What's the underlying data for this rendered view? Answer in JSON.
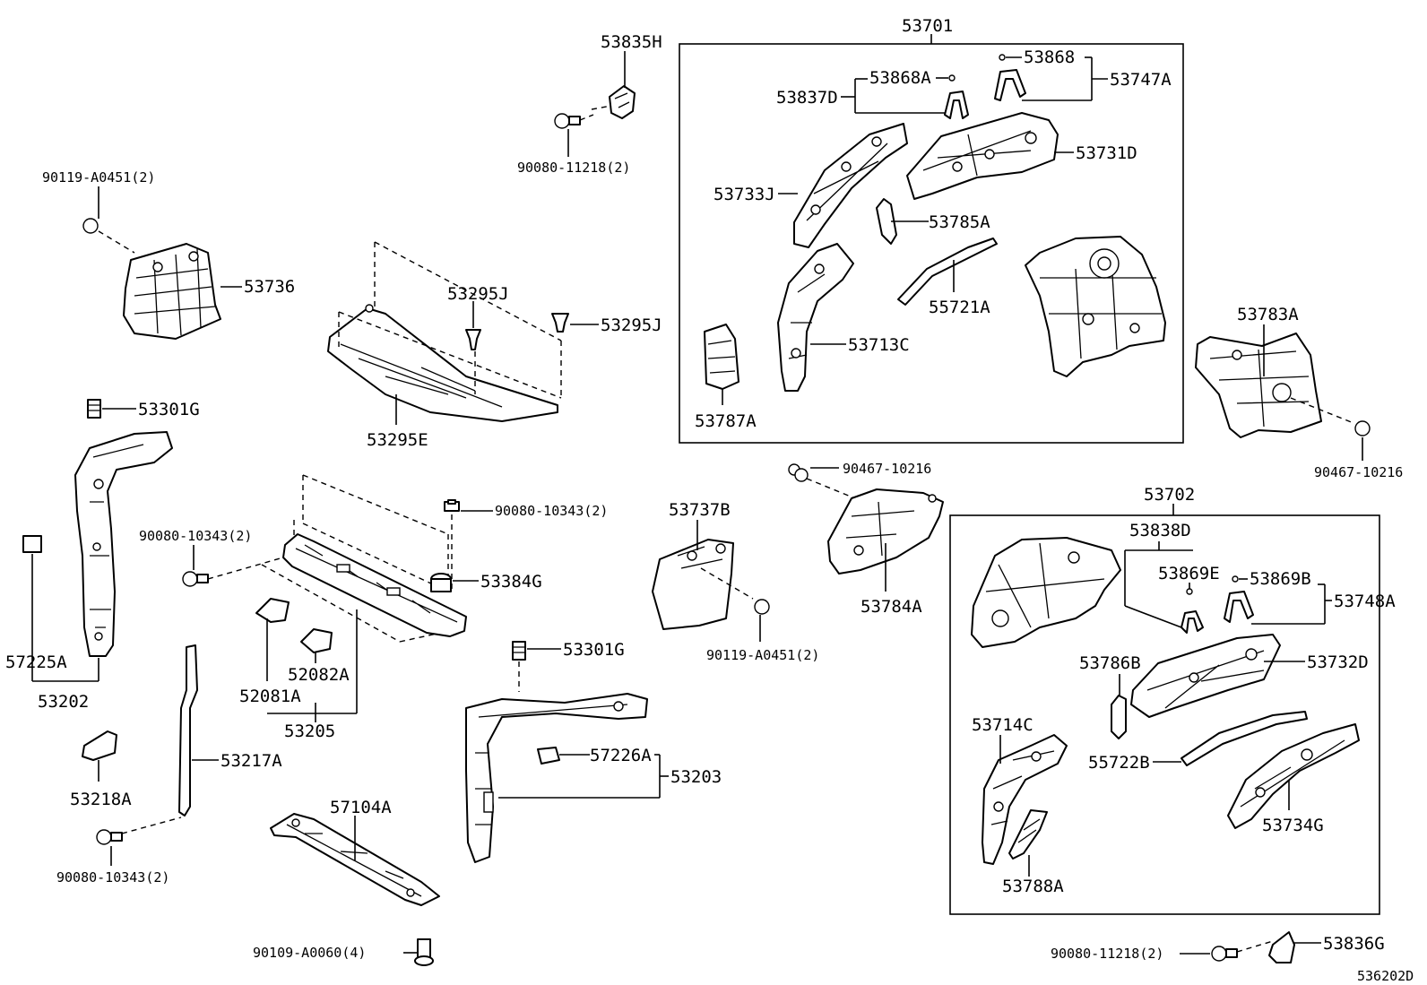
{
  "diagram": {
    "ref_code": "536202D",
    "groups": {
      "g53701": "53701",
      "g53702": "53702"
    },
    "labels": {
      "p53835H": "53835H",
      "p90080_11218_top": "90080-11218(2)",
      "p90119_A0451_left": "90119-A0451(2)",
      "p53736": "53736",
      "p53295J_a": "53295J",
      "p53295J_b": "53295J",
      "p53295E": "53295E",
      "p53301G_left": "53301G",
      "p57225A": "57225A",
      "p53202": "53202",
      "p90080_10343_mid": "90080-10343(2)",
      "p90080_10343_right": "90080-10343(2)",
      "p53384G": "53384G",
      "p52081A": "52081A",
      "p52082A": "52082A",
      "p53205": "53205",
      "p53218A": "53218A",
      "p53217A": "53217A",
      "p90080_10343_bottom": "90080-10343(2)",
      "p57104A": "57104A",
      "p90109_A0060": "90109-A0060(4)",
      "p53301G_mid": "53301G",
      "p57226A": "57226A",
      "p53203": "53203",
      "p53737B": "53737B",
      "p90119_A0451_mid": "90119-A0451(2)",
      "p90467_10216_a": "90467-10216",
      "p53784A": "53784A",
      "p53783A": "53783A",
      "p90467_10216_b": "90467-10216",
      "p53868A": "53868A",
      "p53868": "53868",
      "p53837D": "53837D",
      "p53747A": "53747A",
      "p53731D": "53731D",
      "p53733J": "53733J",
      "p53785A": "53785A",
      "p55721A": "55721A",
      "p53713C": "53713C",
      "p53787A": "53787A",
      "p53838D": "53838D",
      "p53869E": "53869E",
      "p53869B": "53869B",
      "p53748A": "53748A",
      "p53786B": "53786B",
      "p53732D": "53732D",
      "p53714C": "53714C",
      "p55722B": "55722B",
      "p53734G": "53734G",
      "p53788A": "53788A",
      "p90080_11218_bottom": "90080-11218(2)",
      "p53836G": "53836G"
    }
  }
}
